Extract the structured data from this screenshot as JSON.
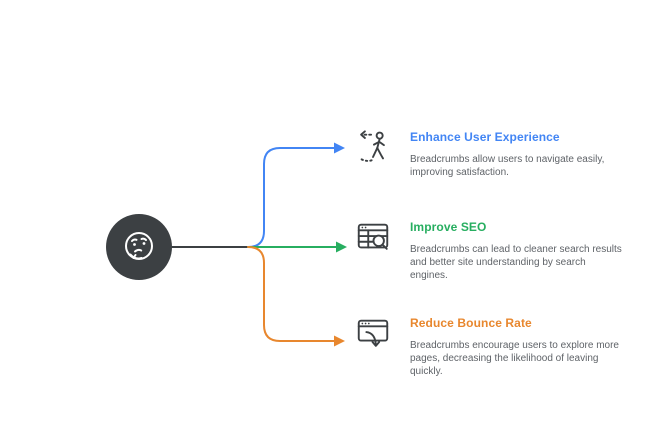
{
  "figure": {
    "type": "mindmap-infographic",
    "background": "#FFFFFF",
    "trunk_color": "#3C4043",
    "center_icon": "thinking-face-icon",
    "center_circle_color": "#3C4043"
  },
  "branches": [
    {
      "title": "Enhance User Experience",
      "description": "Breadcrumbs allow users to navigate easily, improving satisfaction.",
      "color": "#4285F4",
      "icon": "walking-user-breadcrumb-icon"
    },
    {
      "title": "Improve SEO",
      "description": "Breadcrumbs can lead to cleaner search results and better site understanding by search engines.",
      "color": "#27AE60",
      "icon": "browser-search-icon"
    },
    {
      "title": "Reduce Bounce Rate",
      "description": "Breadcrumbs encourage users to explore more pages, decreasing the likelihood of leaving quickly.",
      "color": "#E8872E",
      "icon": "browser-bounce-arrow-icon"
    }
  ]
}
